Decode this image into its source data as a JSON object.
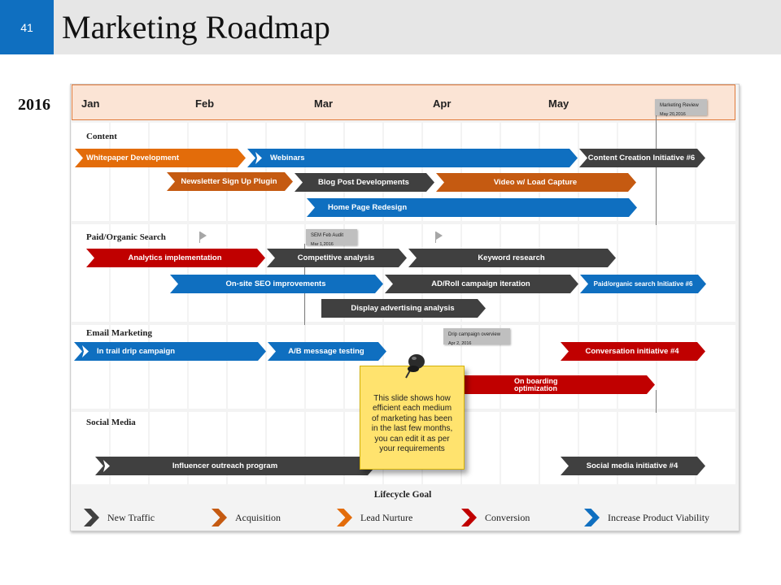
{
  "slide": {
    "number": "41",
    "title": "Marketing Roadmap",
    "year": "2016"
  },
  "months": [
    "Jan",
    "Feb",
    "Mar",
    "Apr",
    "May"
  ],
  "sections": {
    "content": "Content",
    "search": "Paid/Organic Search",
    "email": "Email Marketing",
    "social": "Social Media"
  },
  "tasks": {
    "whitepaper": "Whitepaper Development",
    "webinars": "Webinars",
    "content_initiative": "Content Creation Initiative #6",
    "newsletter": "Newsletter Sign Up Plugin",
    "blog": "Blog Post Developments",
    "video": "Video w/ Load Capture",
    "homepage": "Home Page Redesign",
    "analytics": "Analytics implementation",
    "competitive": "Competitive analysis",
    "keyword": "Keyword research",
    "onsite_seo": "On-site SEO improvements",
    "adroll": "AD/Roll campaign iteration",
    "search_initiative": "Paid/organic search Initiative #6",
    "display": "Display advertising analysis",
    "drip": "In trail drip campaign",
    "ab_test": "A/B message testing",
    "conversation": "Conversation initiative #4",
    "onboarding": "On boarding optimization",
    "influencer": "Influencer outreach program",
    "social_initiative": "Social media initiative #4"
  },
  "milestones": {
    "marketing_review": {
      "title": "Marketing Review",
      "date": "May 20,2016"
    },
    "sem_audit": {
      "title": "SEM Feb Audit",
      "date": "Mar 1,2016"
    },
    "drip_overview": {
      "title": "Drip campaign overview",
      "date": "Apr 2, 2016"
    }
  },
  "note": "This slide shows how efficient each medium of marketing has been in the last few months, you can edit it as per your requirements",
  "lifecycle": {
    "title": "Lifecycle Goal",
    "items": [
      {
        "label": "New Traffic",
        "color": "#404040"
      },
      {
        "label": "Acquisition",
        "color": "#c55a11"
      },
      {
        "label": "Lead Nurture",
        "color": "#e36c0a"
      },
      {
        "label": "Conversion",
        "color": "#c00000"
      },
      {
        "label": "Increase Product Viability",
        "color": "#0f6fc0"
      }
    ]
  },
  "colors": {
    "orange": "#e36c0a",
    "brown": "#c55a11",
    "blue": "#0f6fc0",
    "dark": "#404040",
    "red": "#c00000",
    "note": "#ffe36e"
  }
}
